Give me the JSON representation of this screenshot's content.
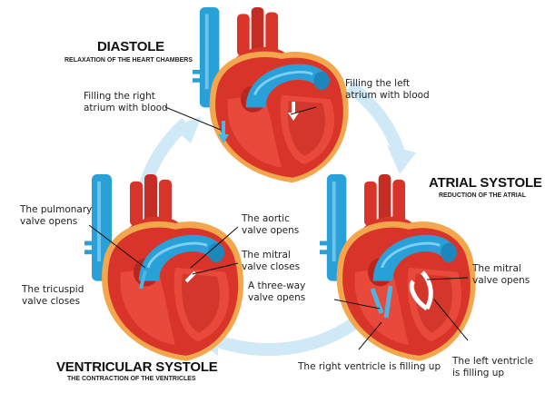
{
  "stages": {
    "diastole": {
      "title": "DIASTOLE",
      "subtitle": "RELAXATION OF THE HEART CHAMBERS"
    },
    "atrial_systole": {
      "title": "ATRIAL SYSTOLE",
      "subtitle": "REDUCTION OF THE ATRIAL"
    },
    "ventricular_systole": {
      "title": "VENTRICULAR SYSTOLE",
      "subtitle": "THE CONTRACTION OF THE VENTRICLES"
    }
  },
  "labels": {
    "filling_right_atrium": [
      "Filling the right",
      "atrium with blood"
    ],
    "filling_left_atrium": [
      "Filling the left",
      "atrium with blood"
    ],
    "pulmonary_valve_opens": [
      "The pulmonary",
      "valve opens"
    ],
    "tricuspid_valve_closes": [
      "The tricuspid",
      "valve closes"
    ],
    "aortic_valve_opens": [
      "The aortic",
      "valve opens"
    ],
    "mitral_valve_closes": [
      "The mitral",
      "valve closes"
    ],
    "three_way_valve_opens": [
      "A three-way",
      "valve opens"
    ],
    "mitral_valve_opens": [
      "The mitral",
      "valve opens"
    ],
    "right_ventricle_filling": [
      "The right ventricle is filling up"
    ],
    "left_ventricle_filling": [
      "The left ventricle",
      "is filling up"
    ]
  },
  "colors": {
    "cycle_arrow": "#cfe9f7",
    "heart_red": "#d8342a",
    "vein_blue": "#2aa0d8",
    "fat_orange": "#f3a64b"
  }
}
